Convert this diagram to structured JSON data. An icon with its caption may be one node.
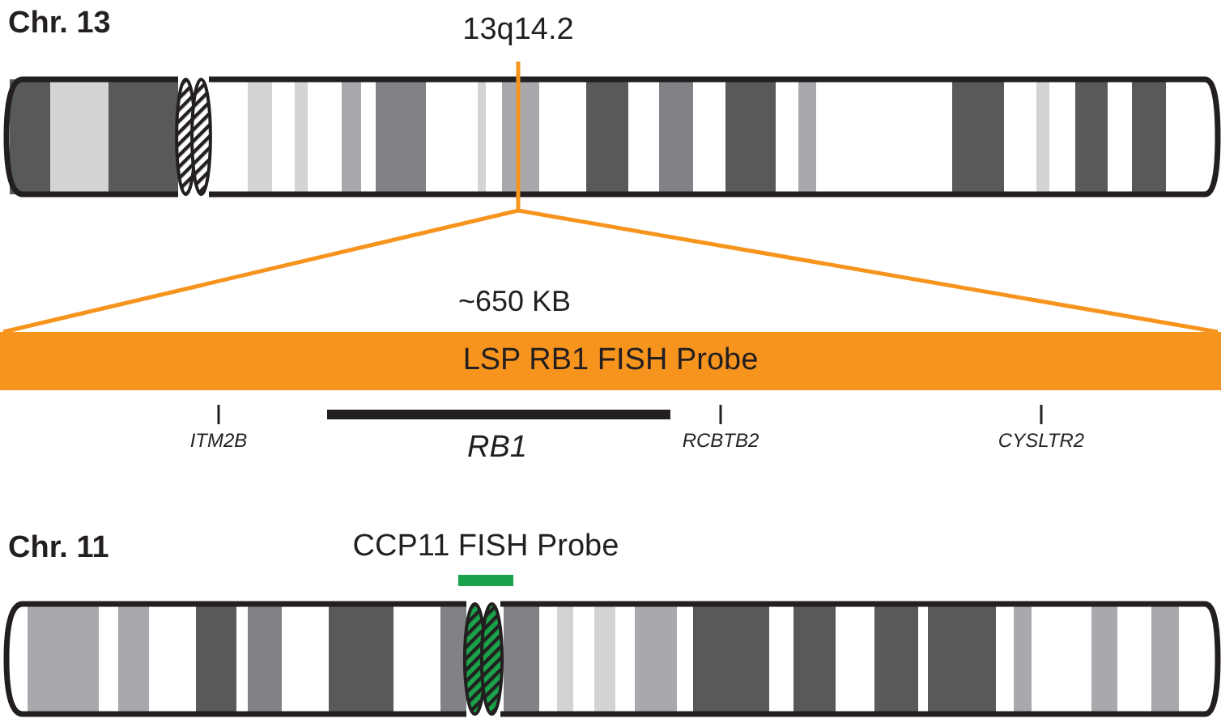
{
  "diagram": {
    "nodes": [
      {
        "text": [
          "LSP RB1 FISH Probe"
        ],
        "beside": [
          "~650 KB"
        ]
      }
    ],
    "labels": [
      "Chr. 13",
      "13q14.2",
      "ITM2B",
      "RB1",
      "RCBTB2",
      "CYSLTR2",
      "Chr. 11",
      "CCP11 FISH Probe"
    ]
  }
}
